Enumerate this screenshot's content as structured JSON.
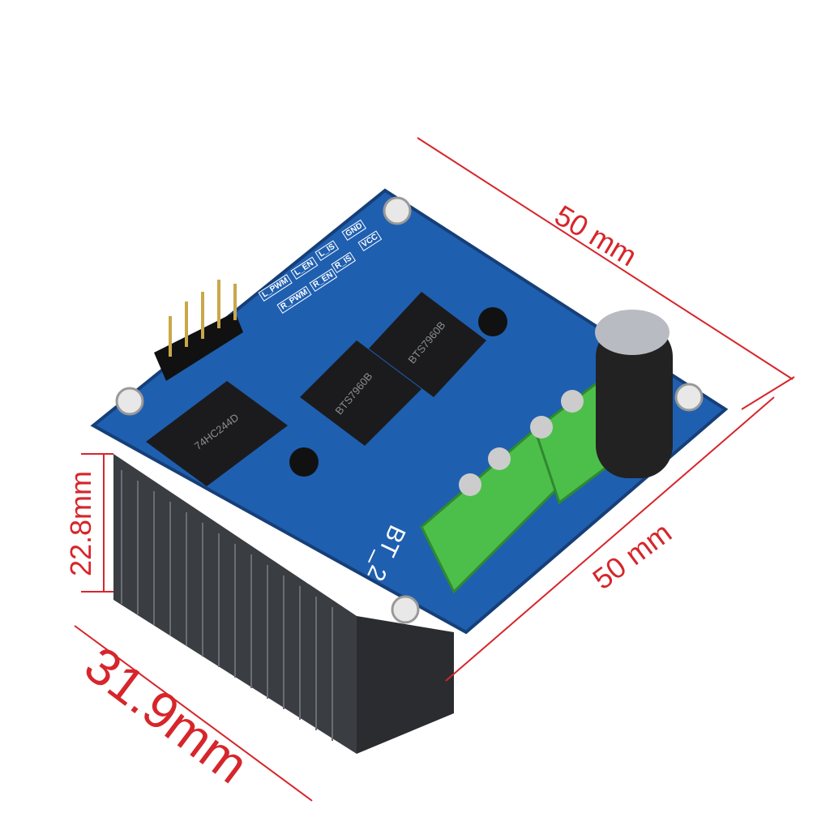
{
  "product": {
    "board_label": "BT_2",
    "pin_labels": [
      "VCC",
      "GND",
      "R_IS",
      "L_IS",
      "R_EN",
      "L_EN",
      "R_PWM",
      "L_PWM"
    ],
    "chip_labels": [
      "BTS7960B",
      "BTS7960B",
      "74HC244D"
    ]
  },
  "dimensions": {
    "top_length": "50 mm",
    "right_width": "50 mm",
    "height": "22.8mm",
    "heatsink_depth": "31.9mm"
  },
  "colors": {
    "dimension": "#d6262b",
    "pcb": "#1f5fb0",
    "terminal": "#4cbf4a",
    "heatsink": "#3a3d42"
  }
}
